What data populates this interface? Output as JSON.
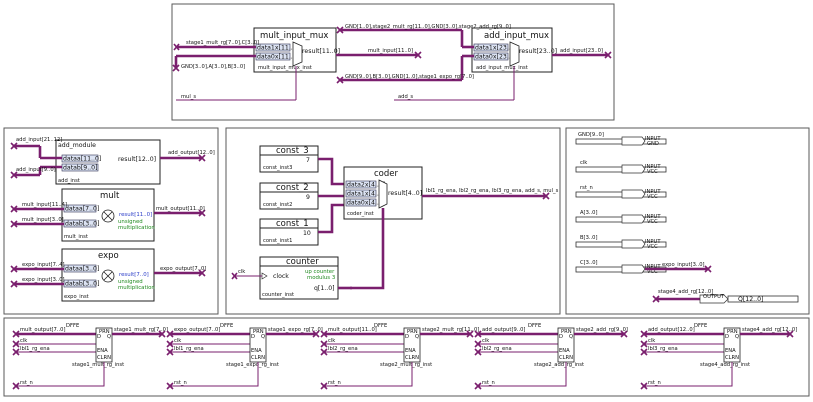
{
  "top": {
    "mult_mux": {
      "title": "mult_input_mux",
      "p1": "data1x[11..0]",
      "p0": "data0x[11..0]",
      "res": "result[11..0]",
      "inst": "mult_input_mux_inst",
      "in1": "stage1_mult_rg[7..0],C[3..0]",
      "in0": "GND[3..0],A[3..0],B[3..0]",
      "out": "mult_input[11..0]",
      "sel": "mul_s"
    },
    "add_mux": {
      "title": "add_input_mux",
      "p1": "data1x[23..0]",
      "p0": "data0x[23..0]",
      "res": "result[23..0]",
      "inst": "add_input_mux_inst",
      "in1": "GND[1..0],stage2_mult_rg[11..0],GND[3..0],stage2_add_rg[9..0]",
      "in0": "GND[9..0],B[3..0],GND[1..0],stage1_expo_rg[7..0]",
      "out": "add_input[23..0]",
      "sel": "add_s"
    }
  },
  "left": {
    "add": {
      "title": "add_module",
      "pa": "dataa[11..0]",
      "pb": "datab[9..0]",
      "res": "result[12..0]",
      "inst": "add_inst",
      "ina": "add_input[21..12]",
      "inb": "add_input[9..0]",
      "out": "add_output[12..0]"
    },
    "mult": {
      "title": "mult",
      "pa": "dataa[7..0]",
      "pb": "datab[3..0]",
      "res": "result[11..0]",
      "inst": "mult_inst",
      "t1": "unsigned",
      "t2": "multiplication",
      "ina": "mult_input[11..4]",
      "inb": "mult_input[3..0]",
      "out": "mult_output[11..0]"
    },
    "expo": {
      "title": "expo",
      "pa": "dataa[3..0]",
      "pb": "datab[3..0]",
      "res": "result[7..0]",
      "inst": "expo_inst",
      "t1": "unsigned",
      "t2": "multiplication",
      "ina": "expo_input[7..4]",
      "inb": "expo_input[3..0]",
      "out": "expo_output[7..0]"
    }
  },
  "center": {
    "const3": {
      "title": "const_3",
      "val": "7",
      "inst": "const_inst3"
    },
    "const2": {
      "title": "const_2",
      "val": "9",
      "inst": "const_inst2"
    },
    "const1": {
      "title": "const_1",
      "val": "10",
      "inst": "const_inst1"
    },
    "coder": {
      "title": "coder",
      "p2": "data2x[4..0]",
      "p1": "data1x[4..0]",
      "p0": "data0x[4..0]",
      "res": "result[4..0]",
      "inst": "coder_inst",
      "out": "lbl1_rg_ena, lbl2_rg_ena, lbl3_rg_ena, add_s, mul_s"
    },
    "counter": {
      "title": "counter",
      "clock": "clock",
      "t1": "up counter",
      "t2": "modulus 3",
      "q": "q[1..0]",
      "inst": "counter_inst",
      "clk": "clk"
    }
  },
  "pins": [
    {
      "label": "GND[9..0]",
      "dir": "INPUT",
      "val": "GND"
    },
    {
      "label": "clk",
      "dir": "INPUT",
      "val": "VCC"
    },
    {
      "label": "rst_n",
      "dir": "INPUT",
      "val": "VCC"
    },
    {
      "label": "A[3..0]",
      "dir": "INPUT",
      "val": "VCC"
    },
    {
      "label": "B[3..0]",
      "dir": "INPUT",
      "val": "VCC"
    },
    {
      "label": "C[3..0]",
      "dir": "INPUT",
      "val": "VCC",
      "wire": "expo_input[3..0]"
    }
  ],
  "out_pin": {
    "in": "stage4_add_rg[12..0]",
    "dir": "OUTPUT",
    "label": "Q[12..0]"
  },
  "bottom": [
    {
      "in": "mult_output[7..0]",
      "out": "stage1_mult_rg[7..0]",
      "ena": "lbl1_rg_ena",
      "inst": "stage1_mult_rg_inst"
    },
    {
      "in": "expo_output[7..0]",
      "out": "stage1_expo_rg[7..0]",
      "ena": "lbl1_rg_ena",
      "inst": "stage1_expo_rg_inst"
    },
    {
      "in": "mult_output[11..0]",
      "out": "stage2_mult_rg[11..0]",
      "ena": "lbl2_rg_ena",
      "inst": "stage2_mult_rg_inst"
    },
    {
      "in": "add_output[9..0]",
      "out": "stage2_add_rg[9..0]",
      "ena": "lbl2_rg_ena",
      "inst": "stage2_add_rg_inst"
    },
    {
      "in": "add_output[12..0]",
      "out": "stage4_add_rg[12..0]",
      "ena": "lbl3_rg_ena",
      "inst": "stage4_add_rg_inst"
    }
  ],
  "ff": {
    "type": "DFFE",
    "prn": "PRN",
    "d": "D",
    "q": "Q",
    "ena": "ENA",
    "clrn": "CLRN",
    "clk": "clk",
    "rst": "rst_n"
  }
}
